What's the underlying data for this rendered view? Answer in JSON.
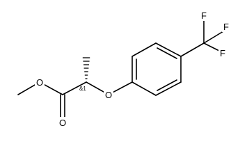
{
  "molecule": {
    "atoms": {
      "ester_o": "O",
      "carbonyl_o": "O",
      "ether_o": "O",
      "f_top": "F",
      "f_right": "F",
      "f_lower": "F"
    },
    "stereo_label": "&1"
  }
}
